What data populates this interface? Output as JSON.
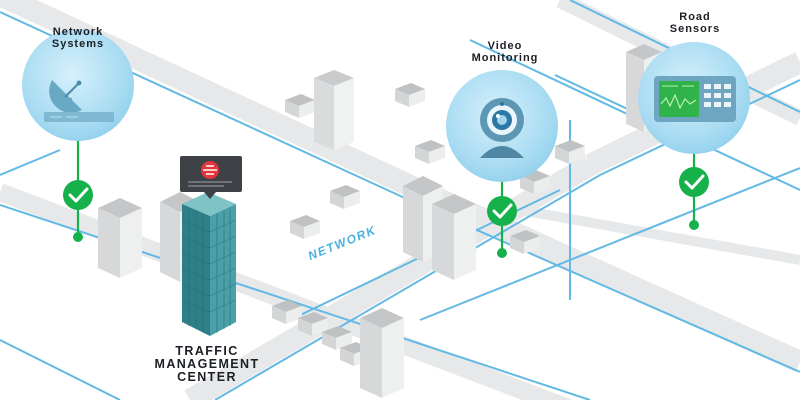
{
  "labels": {
    "network_systems": [
      "Network",
      "Systems"
    ],
    "video_monitoring": [
      "Video",
      "Monitoring"
    ],
    "road_sensors": [
      "Road",
      "Sensors"
    ],
    "traffic_management_center": [
      "TRAFFIC",
      "MANAGEMENT",
      "CENTER"
    ],
    "network": "NETWORK"
  },
  "nodes": [
    {
      "id": "network-systems",
      "icon": "satellite-dish-icon",
      "status": "check-icon"
    },
    {
      "id": "video-monitoring",
      "icon": "webcam-icon",
      "status": "check-icon"
    },
    {
      "id": "road-sensors",
      "icon": "sensor-monitor-icon",
      "status": "check-icon"
    }
  ],
  "colors": {
    "road": "#e6e7e8",
    "network_line": "#5fb8e3",
    "check_green": "#16b14a",
    "node_circle": "#a7dbf3",
    "tower_glass": "#3b8f96",
    "badge_red": "#e2363c",
    "badge_bg": "#3e4247"
  }
}
